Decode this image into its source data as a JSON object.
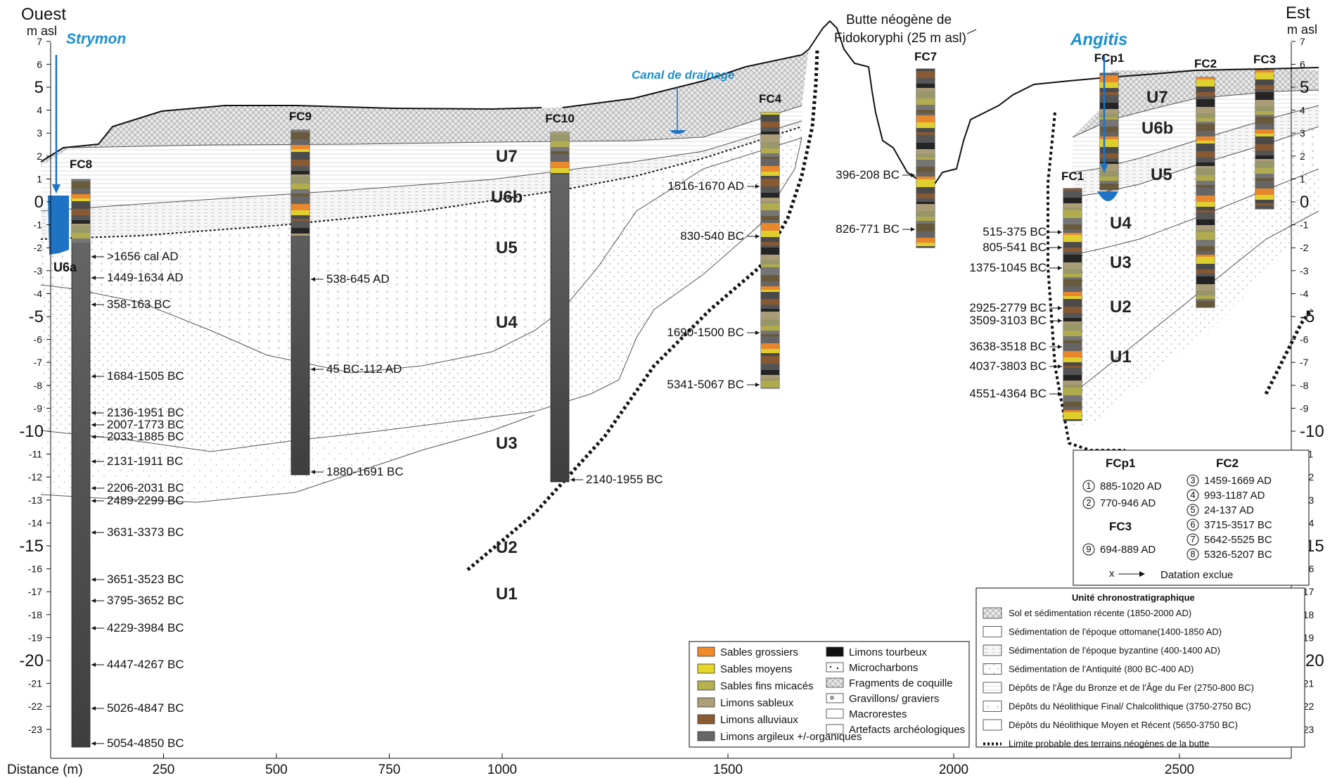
{
  "header": {
    "west_label": "Ouest",
    "east_label": "Est",
    "unit_left": "m asl",
    "unit_right": "m asl",
    "butte_line1": "Butte néogène de",
    "butte_line2": "Fidokoryphi (25 m asl)"
  },
  "rivers": {
    "strymon": "Strymon",
    "canal": "Canal de drainage",
    "angitis": "Angitis"
  },
  "units": {
    "U7a": "U7",
    "U6ba": "U6b",
    "U5a": "U5",
    "U4a": "U4",
    "U3a": "U3",
    "U2a": "U2",
    "U1a": "U1",
    "U6a": "U6a",
    "U7b": "U7",
    "U6bb": "U6b",
    "U5b": "U5",
    "U4b": "U4",
    "U3b": "U3",
    "U2b": "U2",
    "U1b": "U1"
  },
  "cores": {
    "FC8": "FC8",
    "FC9": "FC9",
    "FC10": "FC10",
    "FC4": "FC4",
    "FC7": "FC7",
    "FCp1": "FCp1",
    "FC2": "FC2",
    "FC3": "FC3",
    "FC1": "FC1"
  },
  "dates": {
    "fc8": [
      ">1656 cal AD",
      "1449-1634 AD",
      "358-163 BC",
      "1684-1505 BC",
      "2136-1951 BC",
      "2007-1773 BC",
      "2033-1885 BC",
      "2131-1911 BC",
      "2206-2031 BC",
      "2489-2299 BC",
      "3631-3373 BC",
      "3651-3523 BC",
      "3795-3652 BC",
      "4229-3984 BC",
      "4447-4267 BC",
      "5026-4847 BC",
      "5054-4850 BC"
    ],
    "fc9": [
      "538-645 AD",
      "45 BC-112 AD",
      "1880-1691 BC"
    ],
    "fc10": [
      "2140-1955 BC"
    ],
    "fc4": [
      "1516-1670 AD",
      "830-540 BC",
      "1690-1500 BC",
      "5341-5067 BC"
    ],
    "fc7": [
      "396-208 BC",
      "826-771 BC"
    ],
    "fc1": [
      "515-375 BC",
      "805-541 BC",
      "1375-1045 BC",
      "2925-2779 BC",
      "3509-3103 BC",
      "3638-3518 BC",
      "4037-3803 BC",
      "4551-4364 BC"
    ]
  },
  "y_ticks": [
    "7",
    "6",
    "5",
    "4",
    "3",
    "2",
    "1",
    "0",
    "-1",
    "-2",
    "-3",
    "-4",
    "-5",
    "-6",
    "-7",
    "-8",
    "-9",
    "-10",
    "-11",
    "-12",
    "-13",
    "-14",
    "-15",
    "-16",
    "-17",
    "-18",
    "-19",
    "-20",
    "-21",
    "-22",
    "-23"
  ],
  "x_axis": {
    "label": "Distance (m)",
    "ticks": [
      "250",
      "500",
      "750",
      "1000",
      "1500",
      "2000",
      "2500"
    ]
  },
  "dating_box": {
    "fcp1_title": "FCp1",
    "fcp1": [
      {
        "n": "1",
        "d": "885-1020 AD"
      },
      {
        "n": "2",
        "d": "770-946 AD"
      }
    ],
    "fc3_title": "FC3",
    "fc3": [
      {
        "n": "9",
        "d": "694-889 AD"
      }
    ],
    "fc2_title": "FC2",
    "fc2": [
      {
        "n": "3",
        "d": "1459-1669 AD"
      },
      {
        "n": "4",
        "d": "993-1187 AD"
      },
      {
        "n": "5",
        "d": "24-137 AD"
      },
      {
        "n": "6",
        "d": "3715-3517 BC"
      },
      {
        "n": "7",
        "d": "5642-5525 BC"
      },
      {
        "n": "8",
        "d": "5326-5207 BC"
      }
    ],
    "excluded_marker": "x",
    "excluded_label": "Datation exclue"
  },
  "lithology_legend": {
    "items": [
      {
        "label": "Sables grossiers",
        "color": "#f08a2a"
      },
      {
        "label": "Sables moyens",
        "color": "#e6d62a"
      },
      {
        "label": "Sables fins micacés",
        "color": "#b5b14e"
      },
      {
        "label": "Limons sableux",
        "color": "#b0a07a"
      },
      {
        "label": "Limons alluviaux",
        "color": "#8a5a32"
      },
      {
        "label": "Limons argileux +/-organiques",
        "color": "#666666"
      },
      {
        "label": "Limons tourbeux",
        "color": "#111111"
      },
      {
        "label": "Microcharbons",
        "color": "#ffffff"
      },
      {
        "label": "Fragments de coquille",
        "color": "#ffffff"
      },
      {
        "label": "Gravillons/ graviers",
        "color": "#ffffff"
      },
      {
        "label": "Macrorestes",
        "color": "#ffffff"
      },
      {
        "label": "Artefacts archéologiques",
        "color": "#ffffff"
      }
    ]
  },
  "chrono_legend": {
    "title": "Unité chronostratigraphique",
    "items": [
      {
        "label": "Sol et sédimentation récente (1850-2000 AD)"
      },
      {
        "label": "Sédimentation de l'époque ottomane(1400-1850 AD)"
      },
      {
        "label": "Sédimentation de l'époque byzantine (400-1400 AD)"
      },
      {
        "label": "Sédimentation de l'Antiquité (800 BC-400 AD)"
      },
      {
        "label": "Dépôts de l'Âge du Bronze et de l'Âge du Fer (2750-800 BC)"
      },
      {
        "label": "Dépôts du Néolithique Final/ Chalcolithique (3750-2750 BC)"
      },
      {
        "label": "Dépôts du Néolithique Moyen et Récent (5650-3750 BC)"
      },
      {
        "label": "Limite probable des terrains néogènes de la butte"
      }
    ]
  },
  "colors": {
    "water": "#1e73c4",
    "river_label": "#1a8fd0"
  }
}
